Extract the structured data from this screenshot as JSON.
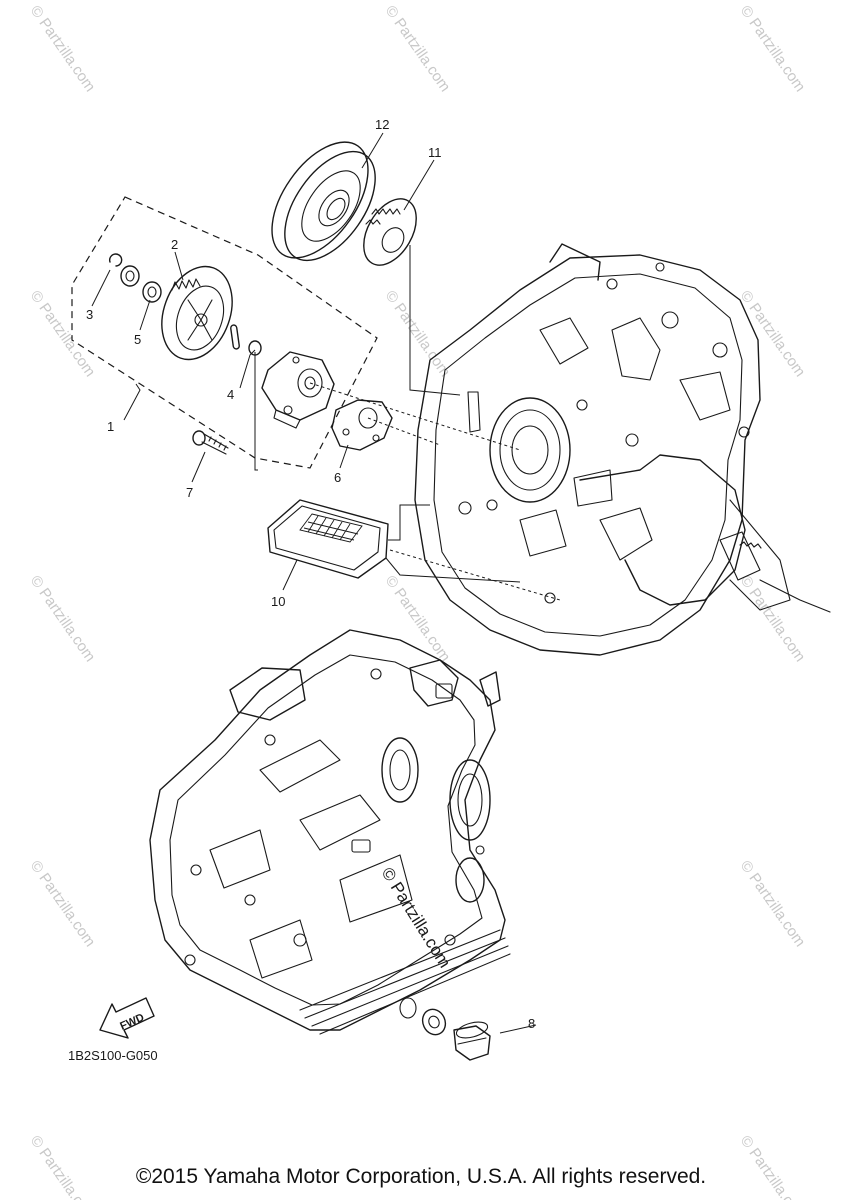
{
  "diagram": {
    "callouts": [
      {
        "id": 1,
        "label": "1"
      },
      {
        "id": 2,
        "label": "2"
      },
      {
        "id": 3,
        "label": "3"
      },
      {
        "id": 4,
        "label": "4"
      },
      {
        "id": 5,
        "label": "5"
      },
      {
        "id": 6,
        "label": "6"
      },
      {
        "id": 7,
        "label": "7"
      },
      {
        "id": 8,
        "label": "8"
      },
      {
        "id": 10,
        "label": "10"
      },
      {
        "id": 11,
        "label": "11"
      },
      {
        "id": 12,
        "label": "12"
      }
    ],
    "fwd_label": "FWD",
    "drawing_code": "1B2S100-G050",
    "watermark": "© Partzilla.com",
    "center_watermark": "© Partzilla.com",
    "copyright": "©2015 Yamaha Motor Corporation, U.S.A. All rights reserved."
  }
}
